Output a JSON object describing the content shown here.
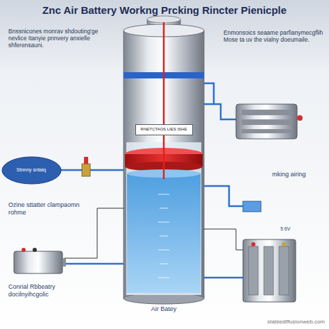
{
  "diagram": {
    "title": "Znc Air Battery Workng Prcking Rincter Pienicple",
    "nodes": [
      {
        "text": [
          "RNETCTAOS LIES ISHE"
        ]
      },
      {
        "text": [
          "Stnnny sntaiq"
        ]
      }
    ],
    "labels": [
      "Bnssnicones monrav shdouting'ge nevlice Itanyie pnnvery anxielle shferensauni.",
      "Enmonsoics seaame parfianymecgflih Mose ta uv the vialny doeumaile.",
      "Ozine sttatter clampaomn rohme",
      "mking airing",
      "5 6V",
      "Conrial Rbbeatry docilnyihcgolic",
      "Air Batey",
      "stablediffusionweb.com"
    ]
  }
}
